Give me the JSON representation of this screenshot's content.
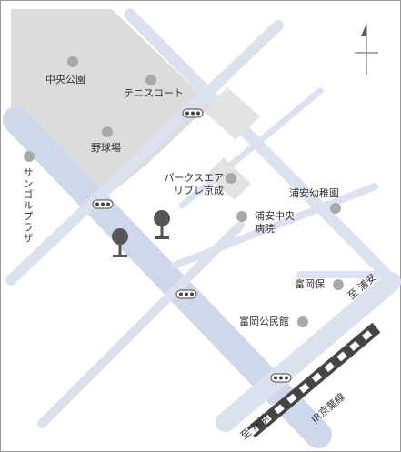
{
  "colors": {
    "road": "#dbe1ef",
    "main_road": "#cfd7ea",
    "park": "#dcdcdc",
    "block": "#e3e3e3",
    "poi_dot": "#a9a9a9",
    "marker": "#555555",
    "rail": "#444444",
    "text": "#333333",
    "frame": "#999999"
  },
  "icons": {
    "north": "north-arrow-icon",
    "signal": "traffic-signal-icon",
    "station": "bus-stop-marker-icon",
    "rail": "railway-line-icon"
  },
  "places": {
    "chuo_park": "中央公園",
    "tennis": "テニスコート",
    "baseball": "野球場",
    "sun_golf": "サンゴルプラザ",
    "park_square_1": "パークスエア",
    "park_square_2": "リブレ京成",
    "kindergarten": "浦安幼稚園",
    "hospital_1": "浦安中央",
    "hospital_2": "病院",
    "nursery": "富岡保",
    "hall": "富岡公民館"
  },
  "directions": {
    "to_urayasu_1": "至",
    "to_urayasu_2": "浦安",
    "to_maihama_1": "至",
    "to_maihama_2": "舞浜",
    "railway": "JR京葉線"
  }
}
